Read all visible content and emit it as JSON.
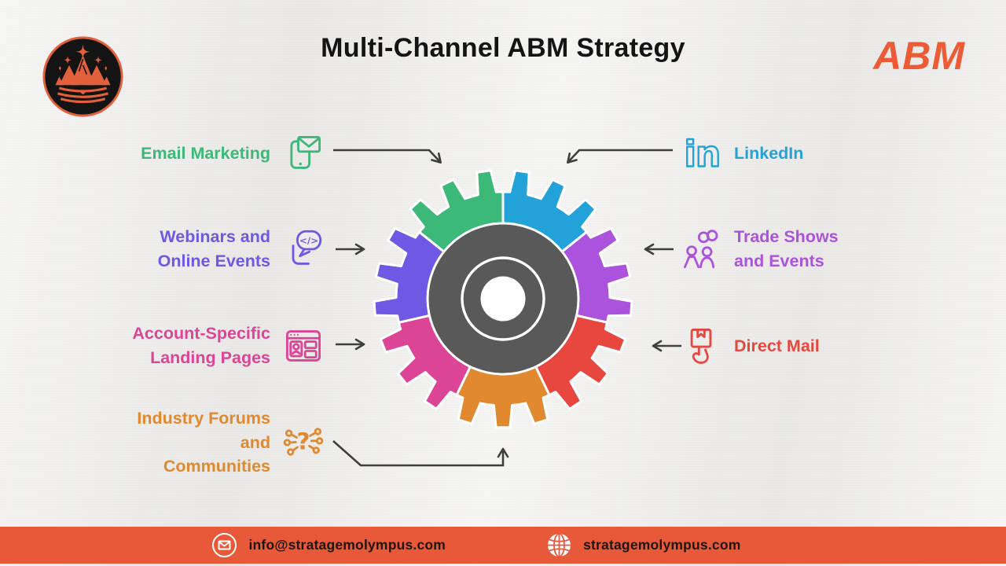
{
  "page": {
    "title": "Multi-Channel ABM Strategy",
    "watermark": "ABM",
    "background": "#edecea",
    "title_color": "#141414",
    "watermark_color": "#ed5b36",
    "arrow_color": "#3e3e3e"
  },
  "logo": {
    "alt": "Stratagem Olympus mountain-crown emblem",
    "ring_color": "#e2603c",
    "bg_color": "#141414"
  },
  "channels": [
    {
      "id": "email",
      "label": "Email Marketing",
      "label_lines": [
        "Email Marketing"
      ],
      "color": "#3cb878",
      "icon": "phone-mail-icon",
      "side": "left"
    },
    {
      "id": "webinars",
      "label": "Webinars and Online Events",
      "label_lines": [
        "Webinars and",
        "Online Events"
      ],
      "color": "#6f58e3",
      "icon": "webinar-code-bubble-icon",
      "side": "left"
    },
    {
      "id": "landing",
      "label": "Account-Specific Landing Pages",
      "label_lines": [
        "Account-Specific",
        "Landing Pages"
      ],
      "color": "#dc4596",
      "icon": "landing-page-icon",
      "side": "left"
    },
    {
      "id": "forums",
      "label": "Industry Forums and Communities",
      "label_lines": [
        "Industry Forums",
        "and",
        "Communities"
      ],
      "color": "#e0892f",
      "icon": "network-question-icon",
      "side": "left"
    },
    {
      "id": "linkedin",
      "label": "LinkedIn",
      "label_lines": [
        "LinkedIn"
      ],
      "color": "#23a2da",
      "icon": "linkedin-icon",
      "side": "right"
    },
    {
      "id": "tradeshows",
      "label": "Trade Shows and Events",
      "label_lines": [
        "Trade Shows",
        "and Events"
      ],
      "color": "#ab53dc",
      "icon": "people-rings-icon",
      "side": "right"
    },
    {
      "id": "directmail",
      "label": "Direct Mail",
      "label_lines": [
        "Direct Mail"
      ],
      "color": "#e8473f",
      "icon": "hand-package-icon",
      "side": "right"
    }
  ],
  "gear": {
    "segments": 7,
    "teeth": 21,
    "center_color": "#595959",
    "hub_ring_color": "#ffffff",
    "order": [
      "linkedin",
      "tradeshows",
      "directmail",
      "forums",
      "landing",
      "webinars",
      "email"
    ]
  },
  "footer": {
    "email": "info@stratagemolympus.com",
    "website": "stratagemolympus.com",
    "bar_color": "#e8593a",
    "text_color": "#1d150e"
  }
}
